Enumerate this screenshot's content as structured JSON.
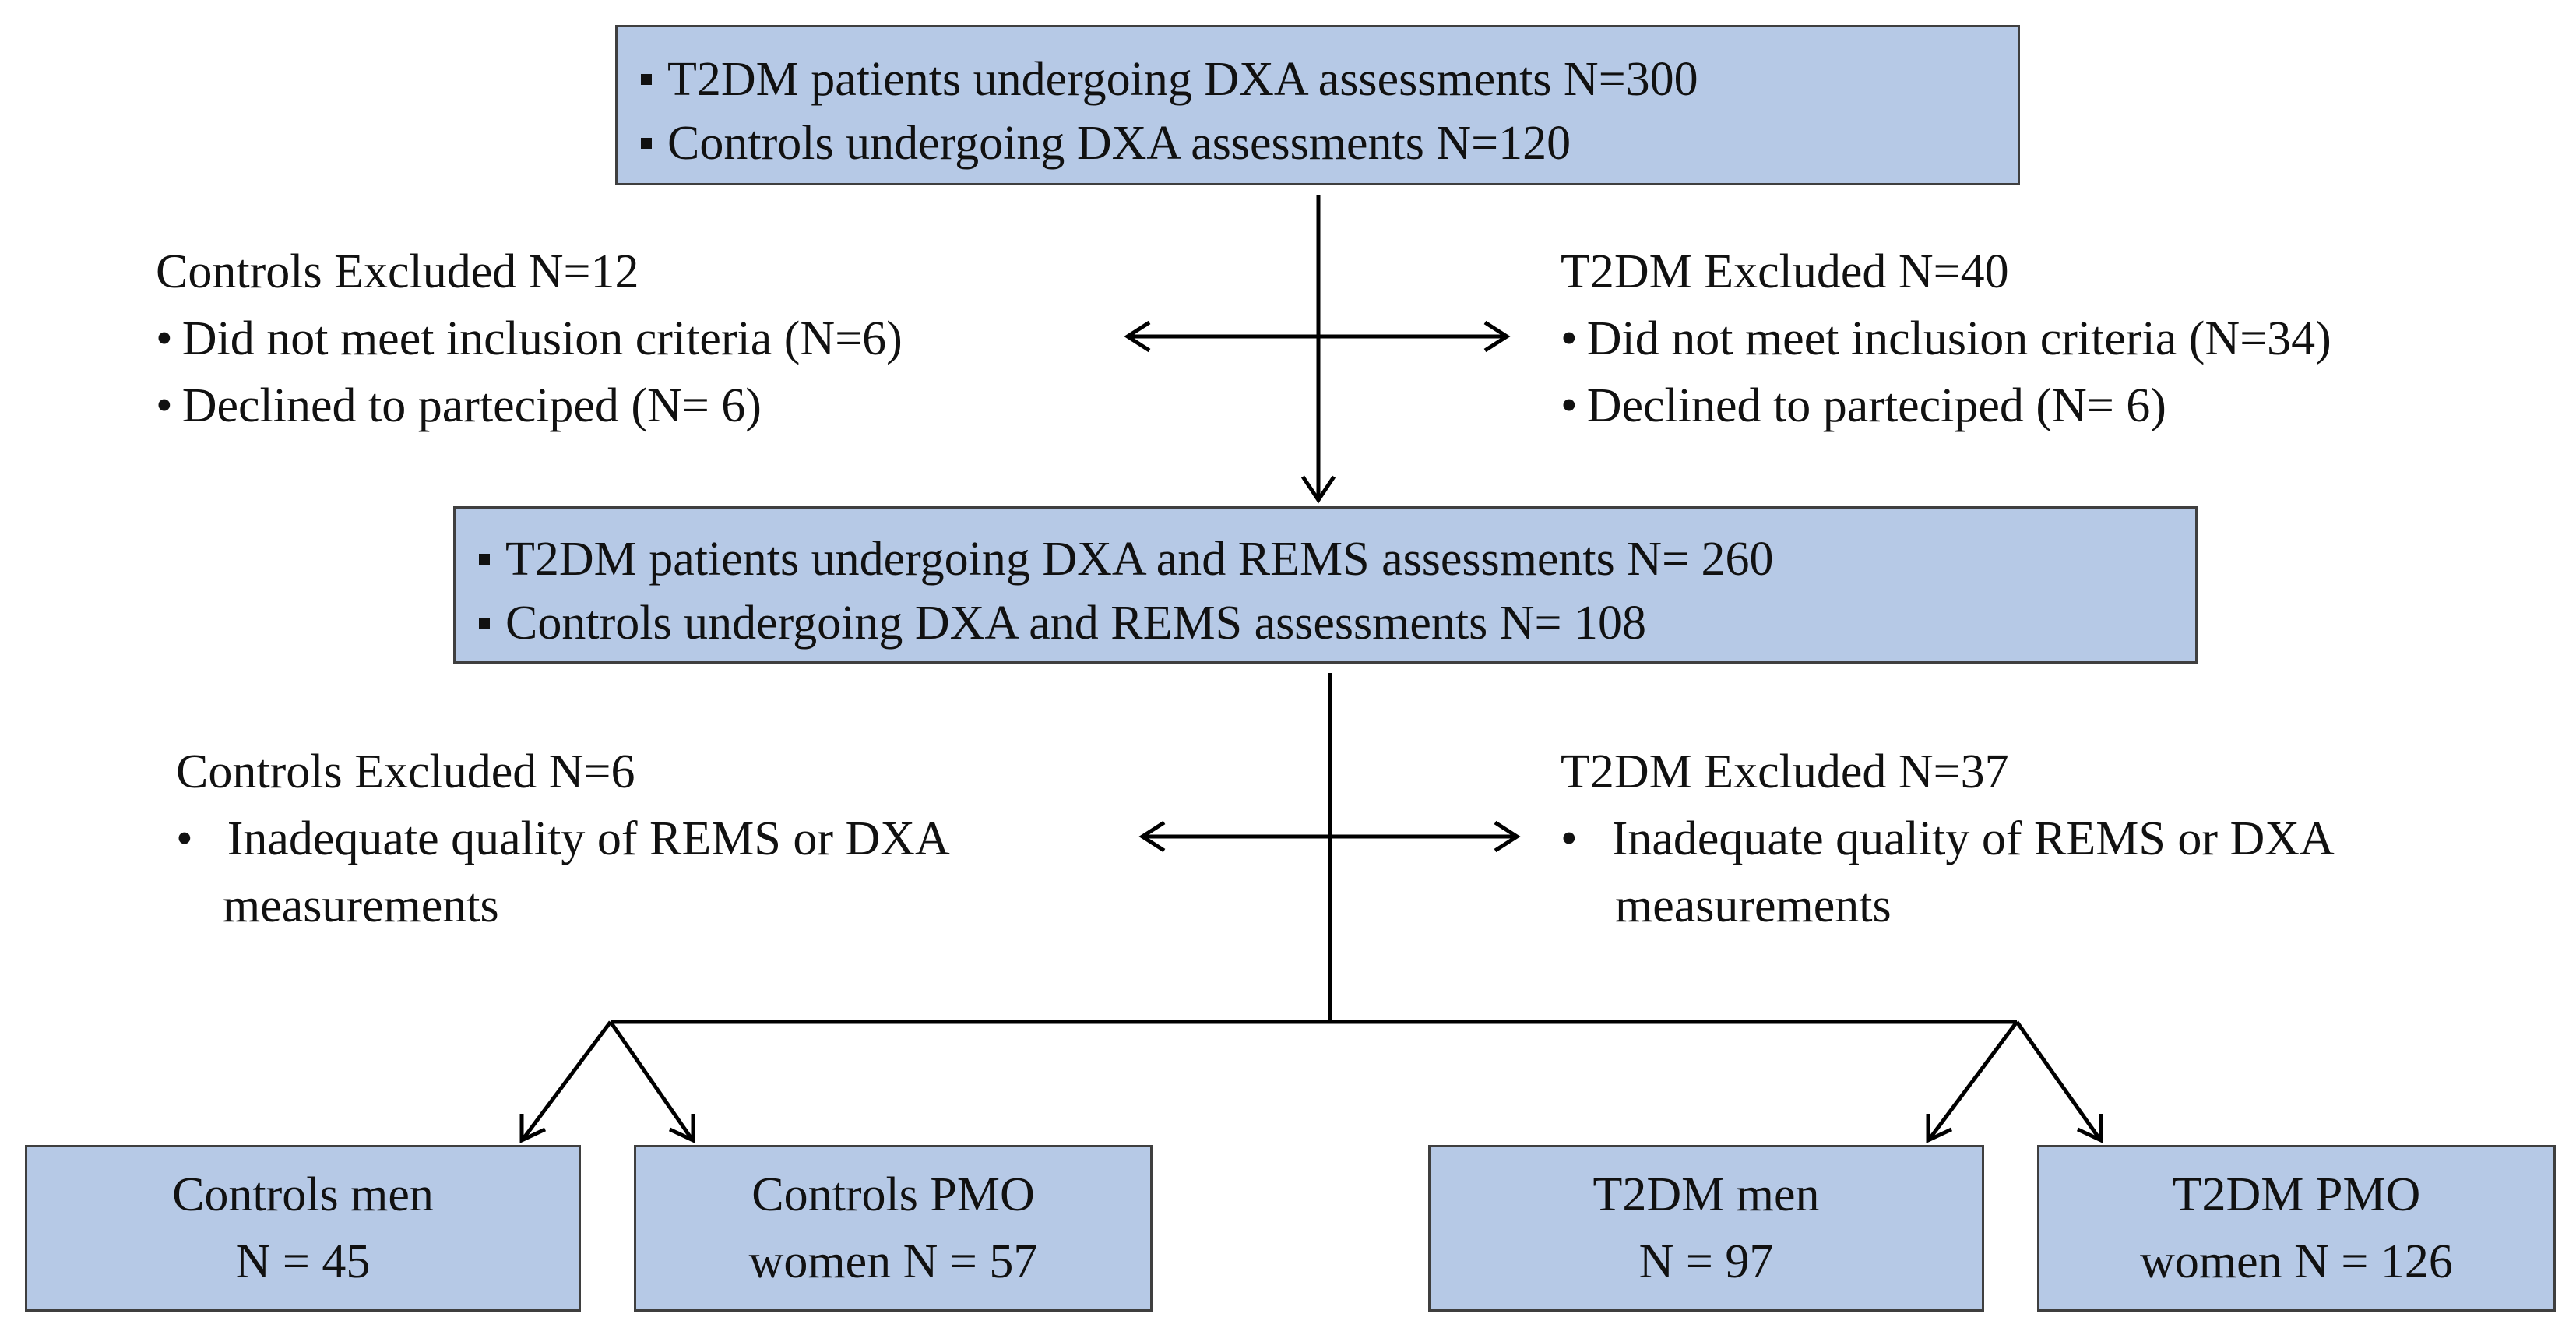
{
  "top_box": {
    "line1": "T2DM patients undergoing DXA assessments N=300",
    "line2": "Controls undergoing DXA assessments N=120"
  },
  "exclusion1": {
    "controls": {
      "title": "Controls Excluded N=12",
      "items": [
        "Did not meet inclusion criteria (N=6)",
        "Declined to parteciped (N= 6)"
      ]
    },
    "t2dm": {
      "title": "T2DM Excluded N=40",
      "items": [
        "Did not meet inclusion criteria (N=34)",
        "Declined to parteciped (N= 6)"
      ]
    }
  },
  "mid_box": {
    "line1": "T2DM patients undergoing DXA and REMS assessments N= 260",
    "line2": "Controls undergoing DXA and REMS assessments N= 108"
  },
  "exclusion2": {
    "controls": {
      "title": "Controls Excluded N=6",
      "item_line1": "Inadequate quality of REMS or DXA",
      "item_line2": "measurements"
    },
    "t2dm": {
      "title": "T2DM Excluded N=37",
      "item_line1": "Inadequate quality of REMS or DXA",
      "item_line2": "measurements"
    }
  },
  "groups": [
    {
      "line1": "Controls men",
      "line2": "N = 45"
    },
    {
      "line1": "Controls PMO",
      "line2": "women  N = 57"
    },
    {
      "line1": "T2DM men",
      "line2": "N = 97"
    },
    {
      "line1": "T2DM PMO",
      "line2": "women  N = 126"
    }
  ],
  "colors": {
    "box_fill": "#b6c9e6",
    "box_border": "#3f3f3f",
    "line": "#000000"
  }
}
